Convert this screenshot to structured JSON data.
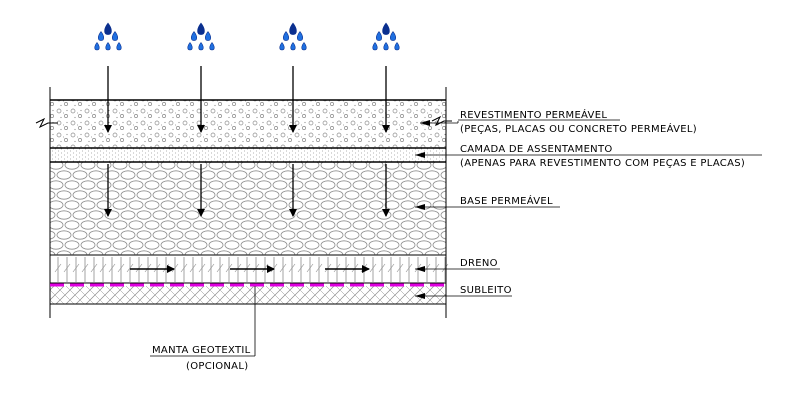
{
  "labels": {
    "revestimento_title": "REVESTIMENTO PERMEÁVEL",
    "revestimento_note": "(PEÇAS, PLACAS OU CONCRETO PERMEÁVEL)",
    "camada_title": "CAMADA DE ASSENTAMENTO",
    "camada_note": "(APENAS PARA REVESTIMENTO COM PEÇAS E PLACAS)",
    "base_title": "BASE PERMEÁVEL",
    "dreno_title": "DRENO",
    "subleito_title": "SUBLEITO",
    "manta_title": "MANTA GEOTEXTIL",
    "manta_note": "(OPCIONAL)"
  },
  "icons": {
    "rain": "rain-drops-icon",
    "infiltration_arrow": "down-arrow-icon",
    "drain_arrow": "right-arrow-icon",
    "break_line": "break-line-icon"
  },
  "colors": {
    "line": "#000000",
    "geotextile": "#e000e0",
    "rain_dark": "#0a2f8f",
    "rain_light": "#1f6fe0",
    "hatch": "#8c8c8c"
  }
}
